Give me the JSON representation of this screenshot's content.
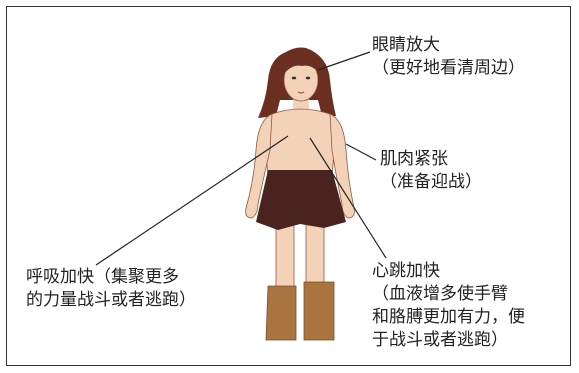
{
  "annotations": {
    "eyes": {
      "title": "眼睛放大",
      "detail": "（更好地看清周边）"
    },
    "muscles": {
      "title": "肌肉紧张",
      "detail": "（准备迎战）"
    },
    "breathing": {
      "line1": "呼吸加快（集聚更多",
      "line2": "的力量战斗或者逃跑）"
    },
    "heartbeat": {
      "title": "心跳加快",
      "line1": "（血液增多使手臂",
      "line2": "和胳膊更加有力，便",
      "line3": "于战斗或者逃跑）"
    }
  },
  "colors": {
    "skin": "#f3d2b8",
    "hair": "#6b2f22",
    "skirt": "#4a2220",
    "boots": "#a9743f",
    "line": "#222222"
  }
}
